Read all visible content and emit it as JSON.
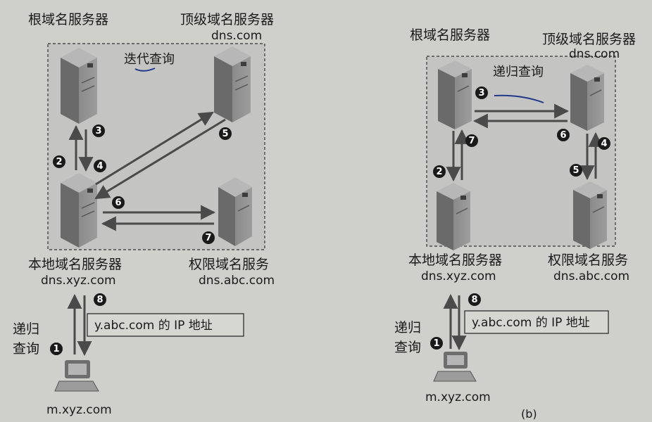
{
  "panel_a": {
    "root_label": "根域名服务器",
    "tld_label": "顶级域名服务器",
    "tld_domain": "dns.com",
    "query_type": "迭代查询",
    "local_label": "本地域名服务器",
    "local_domain": "dns.xyz.com",
    "auth_label": "权限域名服务",
    "auth_domain": "dns.abc.com",
    "client_query": [
      "递归",
      "查询"
    ],
    "client_domain": "m.xyz.com",
    "answer_box": "y.abc.com 的 IP 地址",
    "steps": [
      "1",
      "2",
      "3",
      "4",
      "5",
      "6",
      "7",
      "8"
    ]
  },
  "panel_b": {
    "root_label": "根域名服务器",
    "tld_label": "顶级域名服务器",
    "tld_domain": "dns.com",
    "query_type": "递归查询",
    "local_label": "本地域名服务器",
    "local_domain": "dns.xyz.com",
    "auth_label": "权限域名服务",
    "auth_domain": "dns.abc.com",
    "client_query": [
      "递归",
      "查询"
    ],
    "client_domain": "m.xyz.com",
    "answer_box": "y.abc.com 的 IP 地址",
    "steps": [
      "1",
      "2",
      "3",
      "4",
      "5",
      "6",
      "7",
      "8"
    ],
    "caption": "(b)"
  },
  "colors": {
    "server_dark": "#6e6e6e",
    "server_light": "#a9a9a9",
    "arrow": "#5a5a5a",
    "step_circle": "#1a1a1a",
    "annotation_ink": "#1f3a8a"
  }
}
